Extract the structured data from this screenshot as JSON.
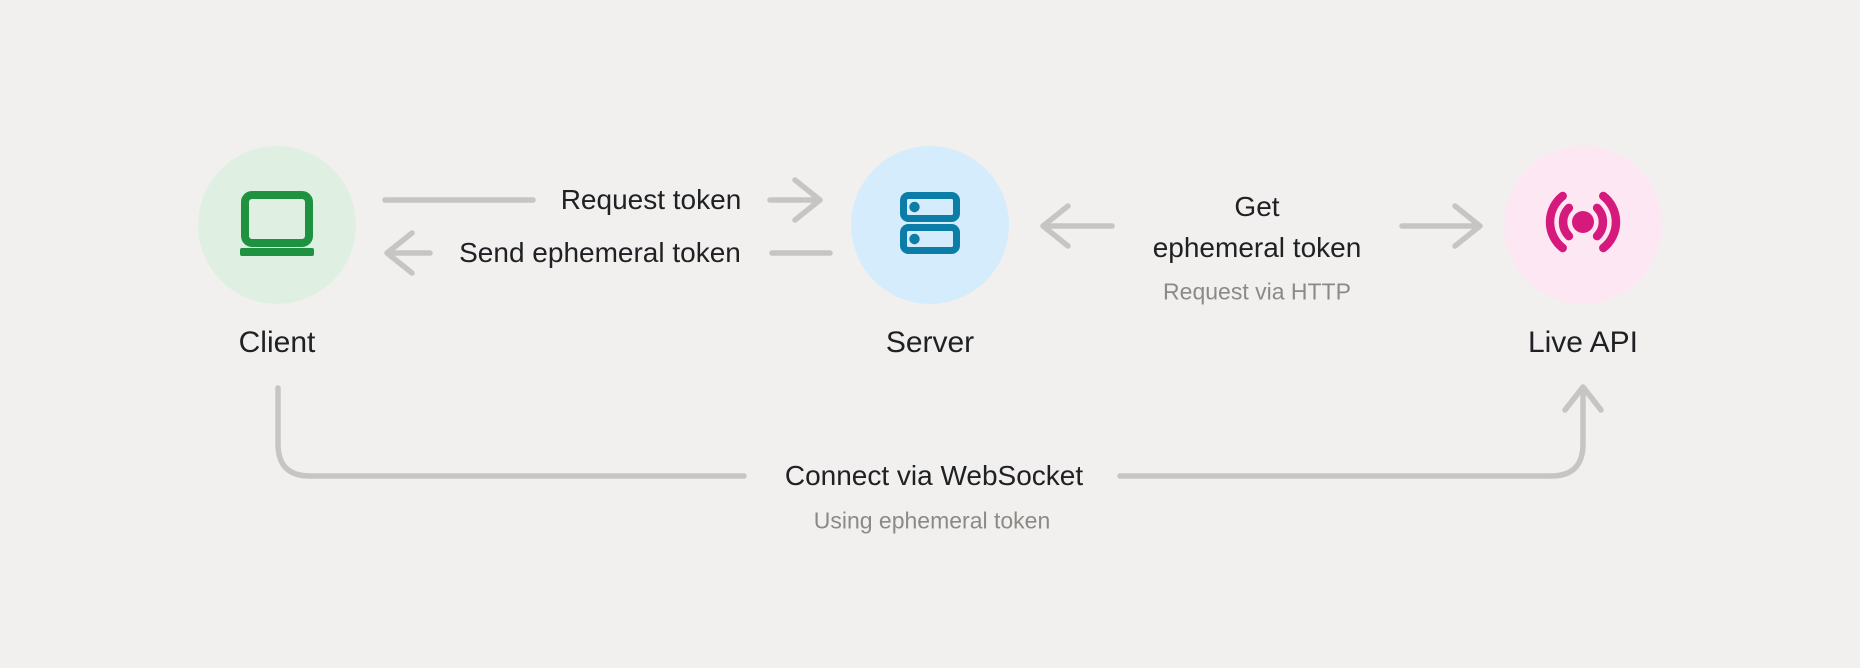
{
  "canvas": {
    "background_color": "#f1f0ee"
  },
  "nodes": {
    "client": {
      "label": "Client",
      "icon": "laptop-icon",
      "circle_color": "#dff0e2",
      "icon_color": "#1e9241"
    },
    "server": {
      "label": "Server",
      "icon": "server-rack-icon",
      "circle_color": "#d4ecfb",
      "icon_color": "#0b7da6"
    },
    "live_api": {
      "label": "Live API",
      "icon": "live-broadcast-icon",
      "circle_color": "#fce7f2",
      "icon_color": "#d6197c"
    }
  },
  "edges": {
    "request_token": {
      "from": "Client",
      "to": "Server",
      "label": "Request token",
      "direction": "right"
    },
    "send_ephemeral_token": {
      "from": "Server",
      "to": "Client",
      "label": "Send ephemeral token",
      "direction": "left"
    },
    "get_ephemeral_token": {
      "from": "Server",
      "to": "Live API",
      "label_line1": "Get",
      "label_line2": "ephemeral token",
      "sublabel": "Request via HTTP",
      "direction": "both"
    },
    "connect_websocket": {
      "from": "Client",
      "to": "Live API",
      "label": "Connect via WebSocket",
      "sublabel": "Using ephemeral token",
      "direction": "up-into-live-api"
    }
  },
  "colors": {
    "connector_gray": "#c6c5c3",
    "label_text": "#202124",
    "sublabel_text": "#8b8a86"
  }
}
